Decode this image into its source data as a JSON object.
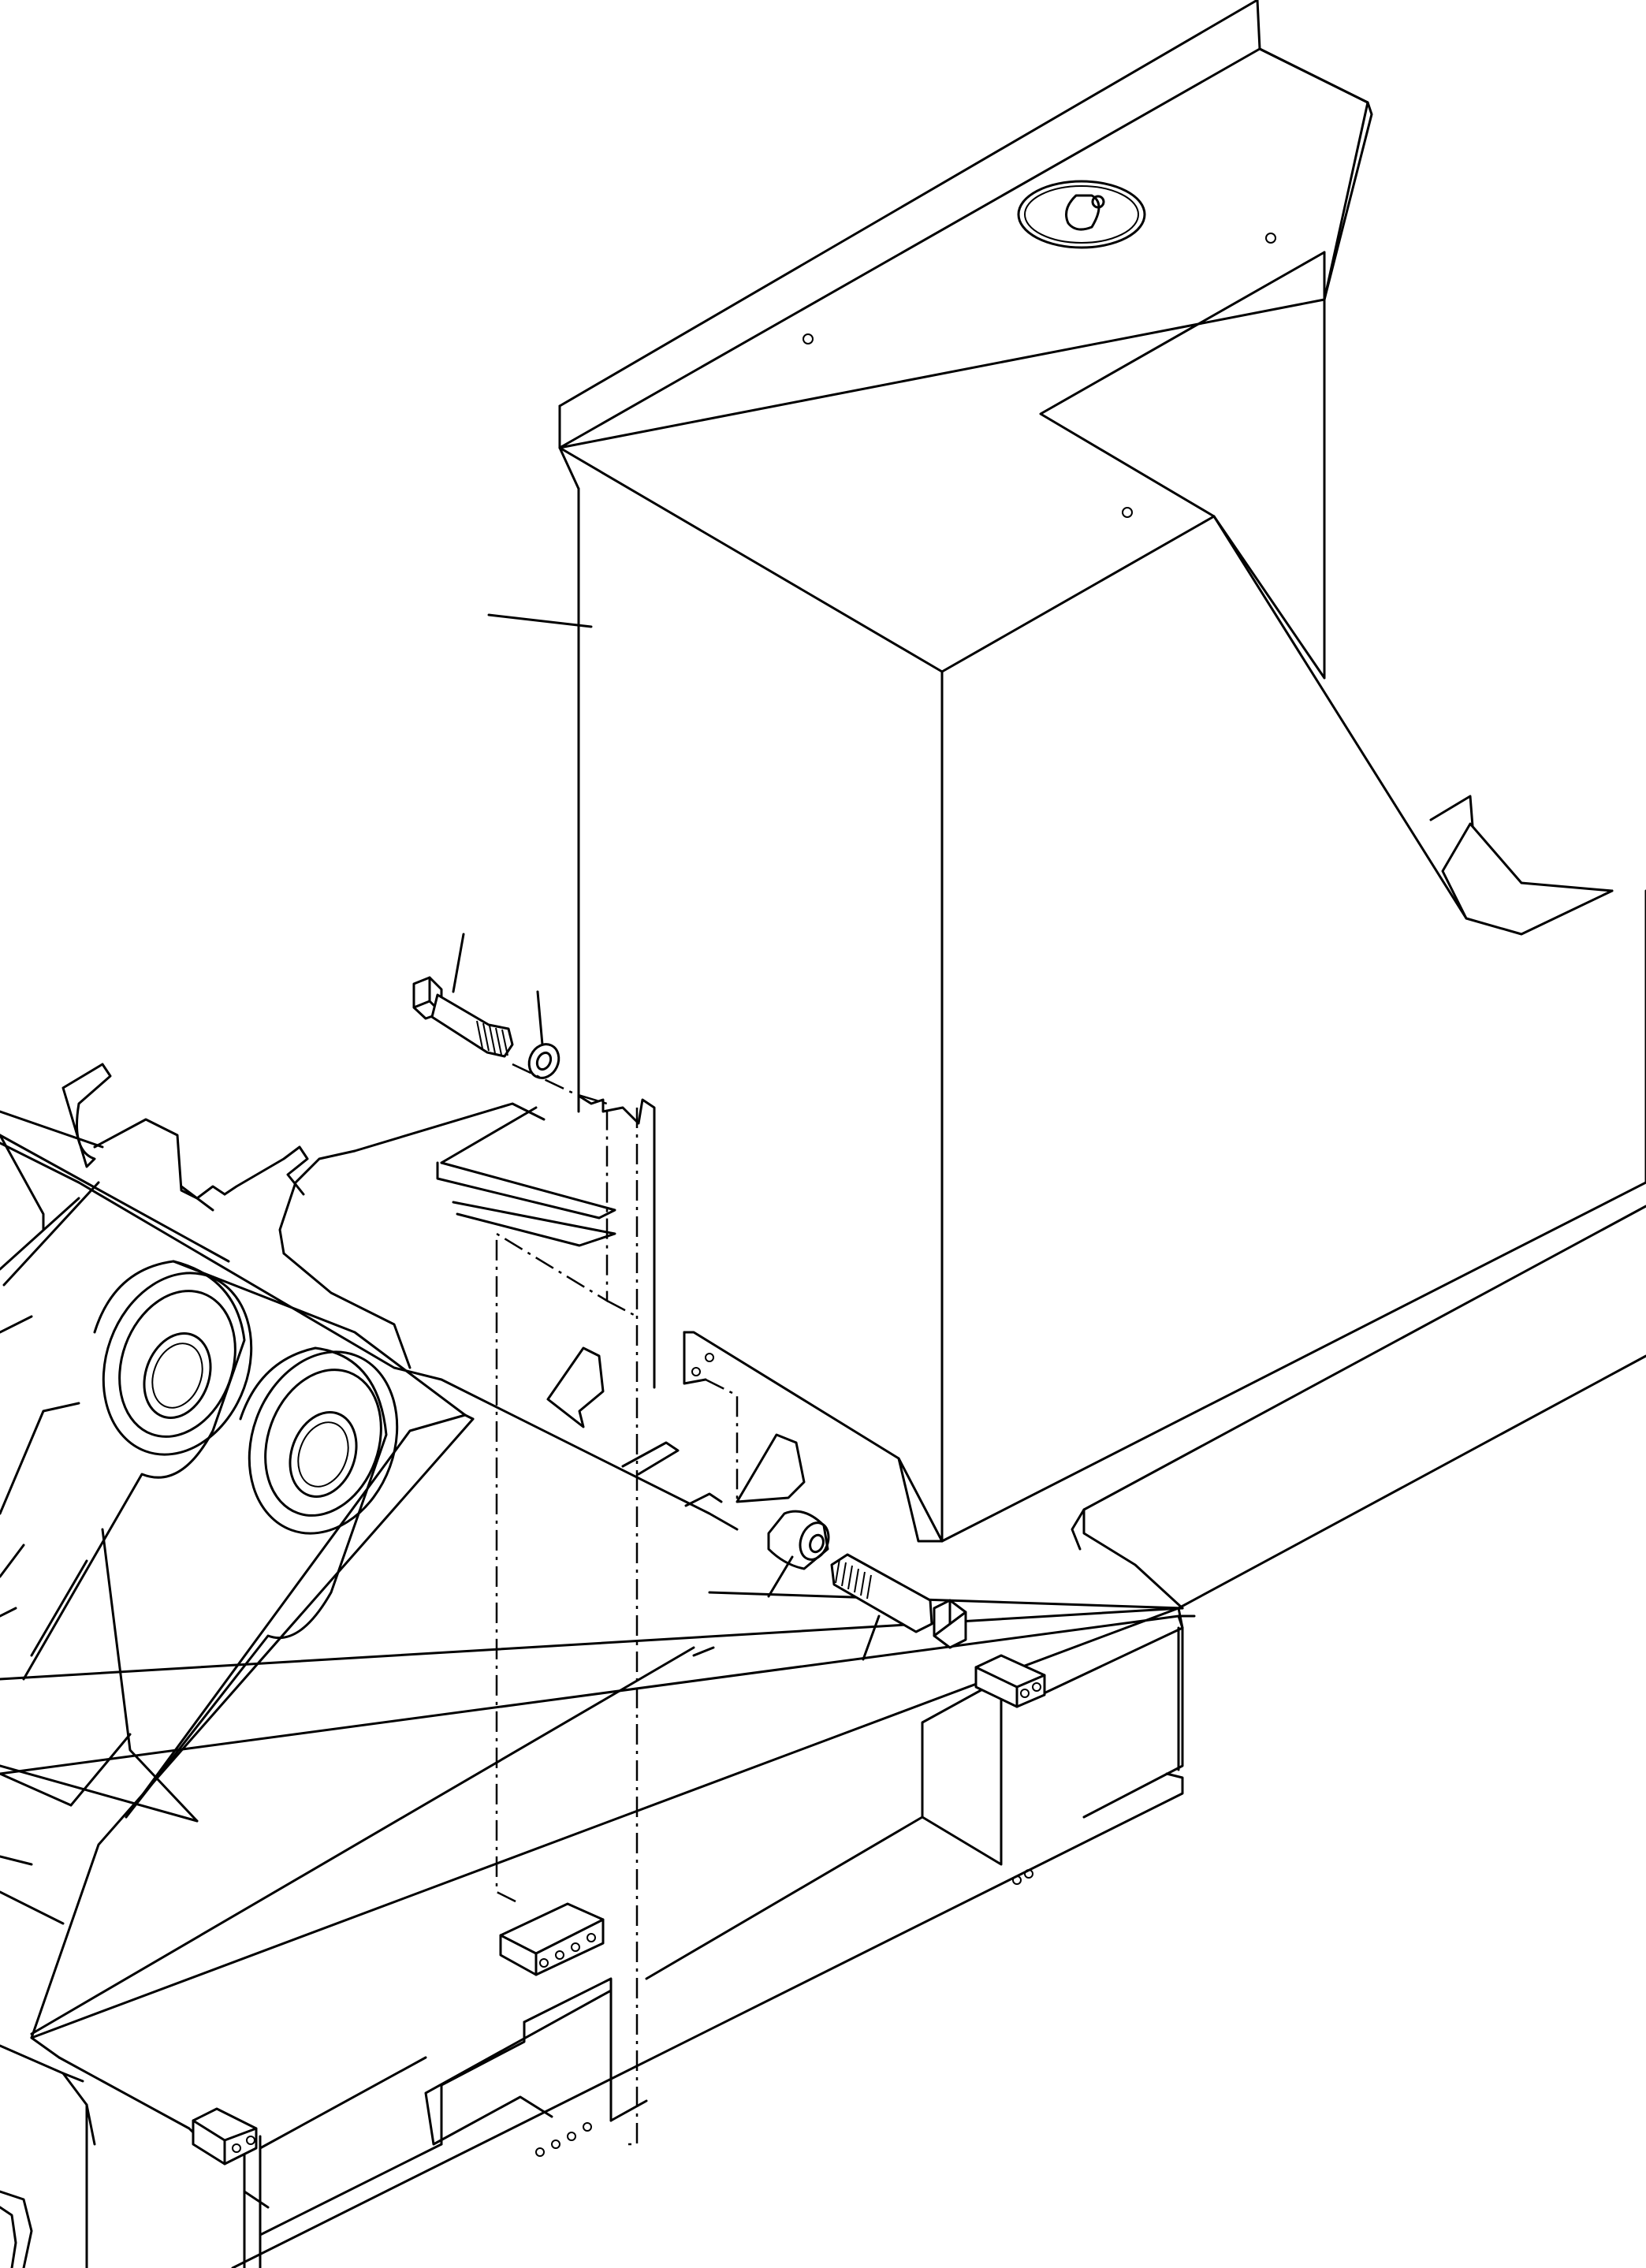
{
  "drawing": {
    "type": "exploded-isometric-parts-diagram",
    "components": [
      "tank-body",
      "filler-cap",
      "mounting-bolt-upper",
      "washer",
      "spacer",
      "mounting-bolt-lower",
      "frame",
      "bracket-rear",
      "bracket-front",
      "bracket-lower-left"
    ],
    "callout_count": 7,
    "line_color": "#000000",
    "background_color": "#ffffff"
  }
}
